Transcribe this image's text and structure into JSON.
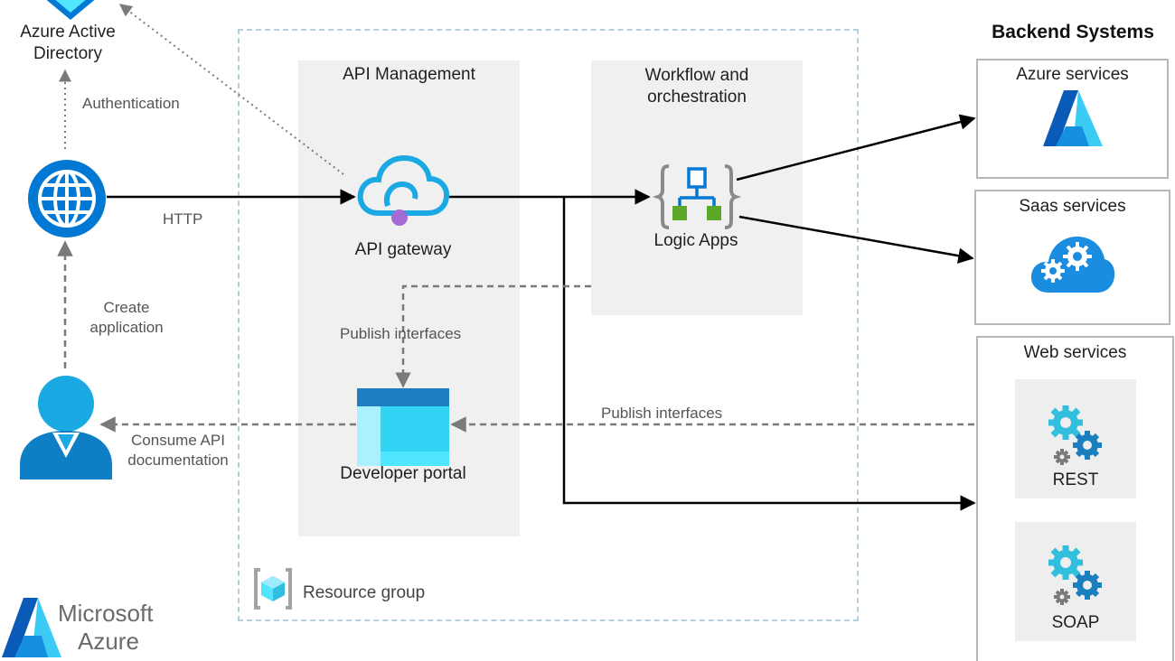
{
  "nodes": {
    "aad": {
      "line1": "Azure Active",
      "line2": "Directory"
    },
    "apim": {
      "title": "API Management"
    },
    "gateway": {
      "label": "API gateway"
    },
    "workflow": {
      "line1": "Workflow and",
      "line2": "orchestration"
    },
    "logic_apps": {
      "label": "Logic Apps"
    },
    "dev_portal": {
      "label": "Developer portal"
    },
    "resource_group": {
      "label": "Resource group"
    },
    "backend": {
      "title": "Backend Systems"
    },
    "azure_services": {
      "title": "Azure services"
    },
    "saas_services": {
      "title": "Saas services"
    },
    "web_services": {
      "title": "Web services"
    },
    "rest": {
      "label": "REST"
    },
    "soap": {
      "label": "SOAP"
    },
    "logo": {
      "line1": "Microsoft",
      "line2": "Azure"
    }
  },
  "edges": {
    "authentication": "Authentication",
    "http": "HTTP",
    "create_application": {
      "line1": "Create",
      "line2": "application"
    },
    "publish_interfaces_left": "Publish interfaces",
    "publish_interfaces_right": "Publish interfaces",
    "consume_docs": {
      "line1": "Consume API",
      "line2": "documentation"
    }
  },
  "colors": {
    "azure_blue": "#0078d4",
    "light_blue": "#50e6ff",
    "panel_gray": "#f0f0f0",
    "arrow": "#000000",
    "dashed_arrow": "#7a7a7a",
    "resource_group_border": "#b7cfdb"
  }
}
